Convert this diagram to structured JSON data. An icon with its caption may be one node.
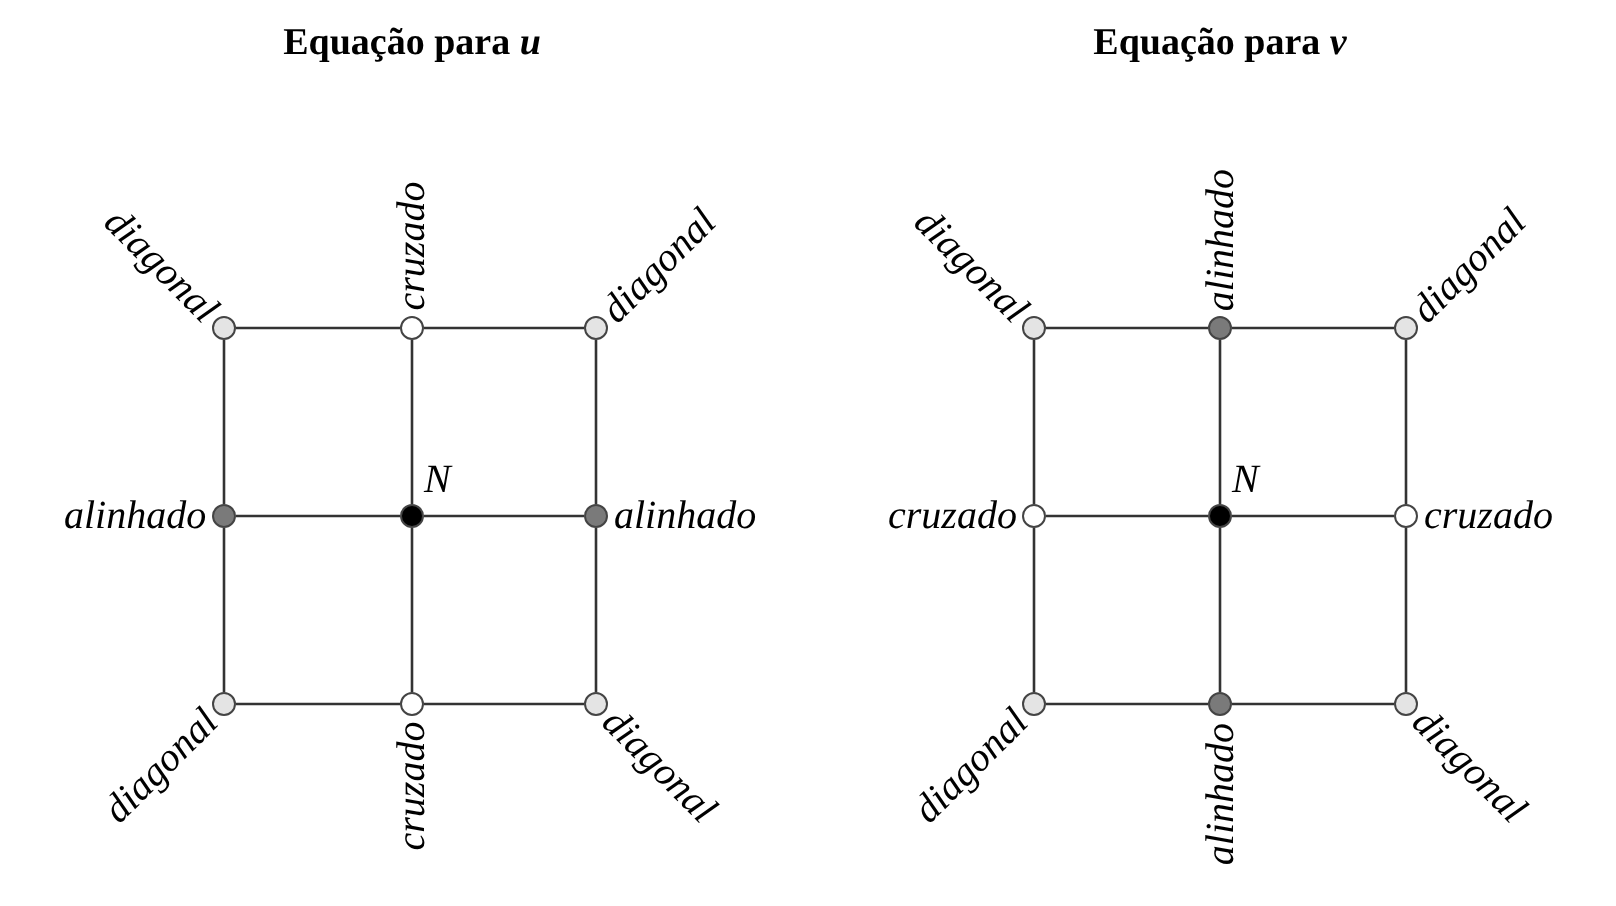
{
  "diagram": {
    "nodes": [
      {
        "text": [],
        "shape": "circle",
        "beside": [
          "diagonal"
        ]
      },
      {
        "text": [],
        "shape": "circle",
        "beside": [
          "cruzado"
        ]
      },
      {
        "text": [],
        "shape": "circle",
        "beside": [
          "diagonal"
        ]
      },
      {
        "text": [],
        "shape": "circle",
        "beside": [
          "alinhado"
        ]
      },
      {
        "text": [],
        "shape": "circle",
        "beside": [
          "N"
        ]
      },
      {
        "text": [],
        "shape": "circle",
        "beside": [
          "alinhado"
        ]
      },
      {
        "text": [],
        "shape": "circle",
        "beside": [
          "diagonal"
        ]
      },
      {
        "text": [],
        "shape": "circle",
        "beside": [
          "cruzado"
        ]
      },
      {
        "text": [],
        "shape": "circle",
        "beside": [
          "diagonal"
        ]
      },
      {
        "text": [],
        "shape": "circle",
        "beside": [
          "diagonal"
        ]
      },
      {
        "text": [],
        "shape": "circle",
        "beside": [
          "alinhado"
        ]
      },
      {
        "text": [],
        "shape": "circle",
        "beside": [
          "diagonal"
        ]
      },
      {
        "text": [],
        "shape": "circle",
        "beside": [
          "cruzado"
        ]
      },
      {
        "text": [],
        "shape": "circle",
        "beside": [
          "N"
        ]
      },
      {
        "text": [],
        "shape": "circle",
        "beside": [
          "cruzado"
        ]
      },
      {
        "text": [],
        "shape": "circle",
        "beside": [
          "diagonal"
        ]
      },
      {
        "text": [],
        "shape": "circle",
        "beside": [
          "alinhado"
        ]
      },
      {
        "text": [],
        "shape": "circle",
        "beside": [
          "diagonal"
        ]
      }
    ],
    "edges": [
      {
        "from": 0,
        "to": 1,
        "arrow": "none"
      },
      {
        "from": 1,
        "to": 2,
        "arrow": "none"
      },
      {
        "from": 3,
        "to": 4,
        "arrow": "none"
      },
      {
        "from": 4,
        "to": 5,
        "arrow": "none"
      },
      {
        "from": 6,
        "to": 7,
        "arrow": "none"
      },
      {
        "from": 7,
        "to": 8,
        "arrow": "none"
      },
      {
        "from": 0,
        "to": 3,
        "arrow": "none"
      },
      {
        "from": 3,
        "to": 6,
        "arrow": "none"
      },
      {
        "from": 1,
        "to": 4,
        "arrow": "none"
      },
      {
        "from": 4,
        "to": 7,
        "arrow": "none"
      },
      {
        "from": 2,
        "to": 5,
        "arrow": "none"
      },
      {
        "from": 5,
        "to": 8,
        "arrow": "none"
      },
      {
        "from": 9,
        "to": 10,
        "arrow": "none"
      },
      {
        "from": 10,
        "to": 11,
        "arrow": "none"
      },
      {
        "from": 12,
        "to": 13,
        "arrow": "none"
      },
      {
        "from": 13,
        "to": 14,
        "arrow": "none"
      },
      {
        "from": 15,
        "to": 16,
        "arrow": "none"
      },
      {
        "from": 16,
        "to": 17,
        "arrow": "none"
      },
      {
        "from": 9,
        "to": 12,
        "arrow": "none"
      },
      {
        "from": 12,
        "to": 15,
        "arrow": "none"
      },
      {
        "from": 10,
        "to": 13,
        "arrow": "none"
      },
      {
        "from": 13,
        "to": 16,
        "arrow": "none"
      },
      {
        "from": 11,
        "to": 14,
        "arrow": "none"
      },
      {
        "from": 14,
        "to": 17,
        "arrow": "none"
      }
    ],
    "labels": [
      "Equação para *u*",
      "Equação para *v*"
    ]
  }
}
